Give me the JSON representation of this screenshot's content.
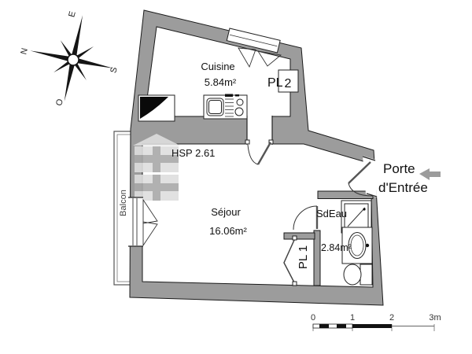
{
  "labels": {
    "kitchen_name": "Cuisine",
    "kitchen_area": "5.84m²",
    "living_name": "Séjour",
    "living_area": "16.06m²",
    "ceiling_height": "HSP 2.61",
    "bath_name": "SdEau",
    "bath_area": "2.84m²",
    "closet1": "PL 1",
    "closet2_prefix": "PL",
    "closet2_num": "2",
    "balcony": "Balcon",
    "entrance_line1": "Porte",
    "entrance_line2": "d'Entrée"
  },
  "compass": {
    "n": "N",
    "e": "E",
    "s": "S",
    "o": "O"
  },
  "scale_bar": {
    "t0": "0",
    "t1": "1",
    "t2": "2",
    "t3": "3m"
  },
  "colors": {
    "wall": "#9c9c9c",
    "outline": "#1a1a1a",
    "fixture_stroke": "#222222",
    "door_leaf": "#555555",
    "entry_arrow": "#9c9c9c",
    "watermark_light": "#dedede",
    "watermark_dark": "#a9a9a9",
    "background": "#ffffff"
  }
}
